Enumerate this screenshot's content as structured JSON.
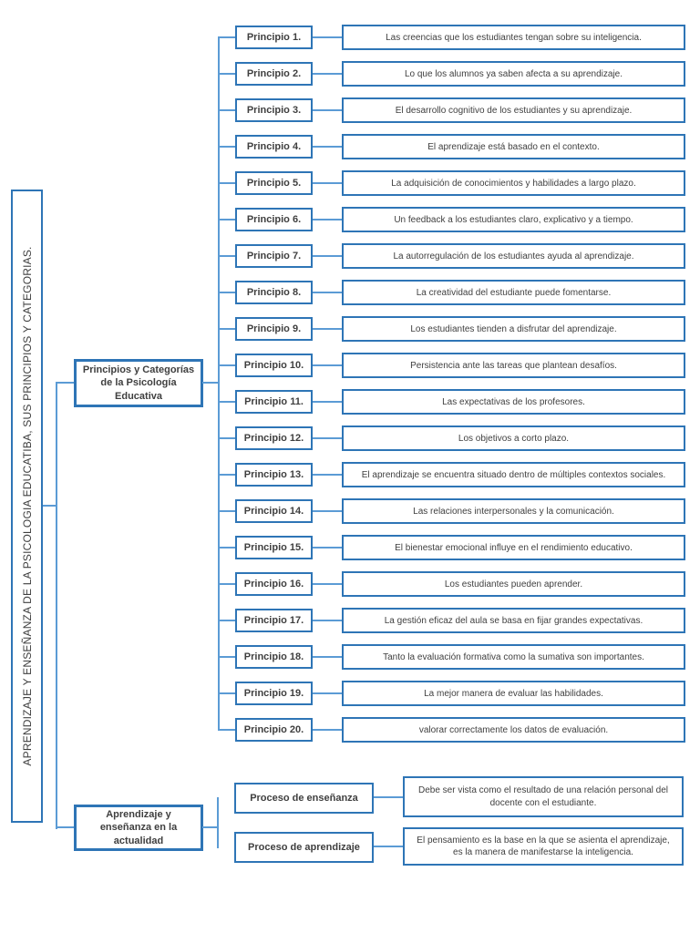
{
  "root": {
    "title": "APRENDIZAJE Y ENSEÑANZA DE LA PSICOLOGIA EDUCATIBA, SUS PRINCIPIOS Y CATEGORIAS."
  },
  "colors": {
    "box_border": "#2E75B6",
    "connector_line": "#5B9BD5",
    "text": "#3F3F3F",
    "background": "#FFFFFF"
  },
  "categories": [
    {
      "label": "Principios y Categorías de la Psicología Educativa"
    },
    {
      "label": "Aprendizaje y enseñanza en la actualidad"
    }
  ],
  "principles": [
    {
      "label": "Principio 1.",
      "text": "Las creencias que los estudiantes tengan sobre su inteligencia."
    },
    {
      "label": "Principio 2.",
      "text": "Lo que los alumnos ya saben afecta a su aprendizaje."
    },
    {
      "label": "Principio 3.",
      "text": "El desarrollo cognitivo de los estudiantes y su aprendizaje."
    },
    {
      "label": "Principio 4.",
      "text": "El aprendizaje está basado en el contexto."
    },
    {
      "label": "Principio 5.",
      "text": "La adquisición de conocimientos y habilidades a largo plazo."
    },
    {
      "label": "Principio 6.",
      "text": "Un feedback a los estudiantes claro, explicativo y a tiempo."
    },
    {
      "label": "Principio 7.",
      "text": "La autorregulación de los estudiantes ayuda al aprendizaje."
    },
    {
      "label": "Principio 8.",
      "text": "La creatividad del estudiante puede fomentarse."
    },
    {
      "label": "Principio 9.",
      "text": "Los estudiantes tienden a disfrutar del aprendizaje."
    },
    {
      "label": "Principio 10.",
      "text": "Persistencia ante las tareas que plantean desafíos."
    },
    {
      "label": "Principio 11.",
      "text": "Las expectativas de los profesores."
    },
    {
      "label": "Principio 12.",
      "text": "Los objetivos a corto plazo."
    },
    {
      "label": "Principio 13.",
      "text": "El aprendizaje se encuentra situado dentro de múltiples contextos sociales."
    },
    {
      "label": "Principio 14.",
      "text": "Las relaciones interpersonales y la comunicación."
    },
    {
      "label": "Principio 15.",
      "text": "El bienestar emocional influye en el rendimiento educativo."
    },
    {
      "label": "Principio 16.",
      "text": "Los estudiantes pueden aprender."
    },
    {
      "label": "Principio 17.",
      "text": "La gestión eficaz del aula se basa en fijar grandes expectativas."
    },
    {
      "label": "Principio 18.",
      "text": "Tanto la evaluación formativa como la sumativa son importantes."
    },
    {
      "label": "Principio 19.",
      "text": "La mejor manera de evaluar las habilidades."
    },
    {
      "label": "Principio 20.",
      "text": "valorar correctamente los datos de evaluación."
    }
  ],
  "processes": [
    {
      "label": "Proceso de enseñanza",
      "text": "Debe ser vista como el resultado de una relación personal del docente con el estudiante."
    },
    {
      "label": "Proceso de aprendizaje",
      "text": "El pensamiento es la base en la que se asienta el aprendizaje, es la manera de manifestarse la inteligencia."
    }
  ]
}
